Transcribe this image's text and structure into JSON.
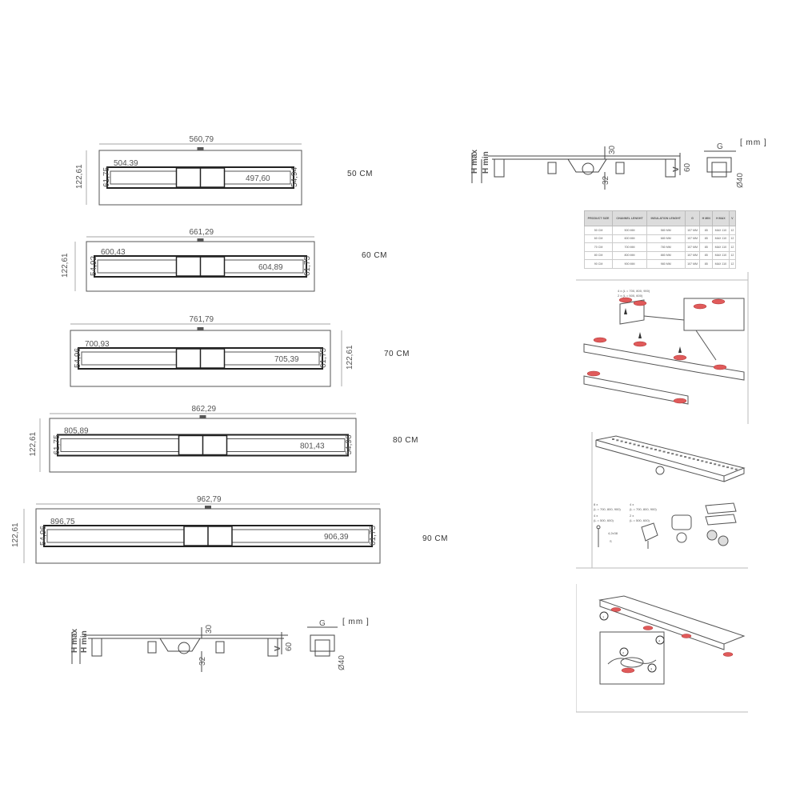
{
  "drains": [
    {
      "size_label": "50 CM",
      "total": "560,79",
      "left_inner": "504.39",
      "right_inner": "497,60",
      "height": "122,61",
      "h_left": "61,75",
      "h_right": "54,94"
    },
    {
      "size_label": "60 CM",
      "total": "661,29",
      "left_inner": "600,43",
      "right_inner": "604,89",
      "height": "122,61",
      "h_left": "54,92",
      "h_right": "61,75"
    },
    {
      "size_label": "70 CM",
      "total": "761,79",
      "left_inner": "700,93",
      "right_inner": "705,39",
      "height": "122,61",
      "h_left": "54,96",
      "h_right": "61,75"
    },
    {
      "size_label": "80 CM",
      "total": "862,29",
      "left_inner": "805,89",
      "right_inner": "801,43",
      "height": "122,61",
      "h_left": "61,75",
      "h_right": "54,96"
    },
    {
      "size_label": "90 CM",
      "total": "962,79",
      "left_inner": "896,75",
      "right_inner": "906,39",
      "height": "122,61",
      "h_left": "54,96",
      "h_right": "61,75"
    }
  ],
  "side_view": {
    "unit_label": "[ mm ]",
    "h_max": "H max",
    "h_min": "H min",
    "dim_30": "30",
    "dim_32": "32",
    "dim_v": "V",
    "dim_60": "60",
    "dim_g": "G",
    "dim_d40": "Ø40"
  },
  "spec_table": {
    "headers": [
      "PRODUCT SIZE",
      "CHANNEL LENGHT",
      "INSULATION LENGHT",
      "G",
      "H MIN",
      "H MAX",
      "V"
    ],
    "rows": [
      [
        "50 CM",
        "500 MM",
        "580 MM",
        "107 MM",
        "85",
        "MAX 110",
        "12"
      ],
      [
        "60 CM",
        "600 MM",
        "680 MM",
        "107 MM",
        "85",
        "MAX 110",
        "12"
      ],
      [
        "70 CM",
        "700 MM",
        "780 MM",
        "107 MM",
        "85",
        "MAX 110",
        "12"
      ],
      [
        "80 CM",
        "800 MM",
        "880 MM",
        "107 MM",
        "85",
        "MAX 110",
        "12"
      ],
      [
        "90 CM",
        "900 MM",
        "980 MM",
        "107 MM",
        "85",
        "MAX 110",
        "12"
      ]
    ]
  },
  "install_step": {
    "note_a": "4 x (L = 700, 800, 900)",
    "note_b": "2 x (L = 500, 600)"
  },
  "parts": {
    "a_qty": "8 x",
    "a_note": "(L = 700, 800, 900)",
    "b_qty": "4 x",
    "b_note": "(L = 500, 600)",
    "c_qty": "4 x",
    "c_note": "(L = 700, 800, 900)",
    "d_qty": "2 x",
    "d_note": "(L = 500, 600)",
    "screw_label": "4,2x38",
    "screw_mark": "S"
  },
  "step_numbers": [
    "1",
    "2",
    "3",
    "4"
  ],
  "colors": {
    "line": "#444444",
    "accent": "#e05a5a",
    "grid": "#bbbbbb"
  }
}
